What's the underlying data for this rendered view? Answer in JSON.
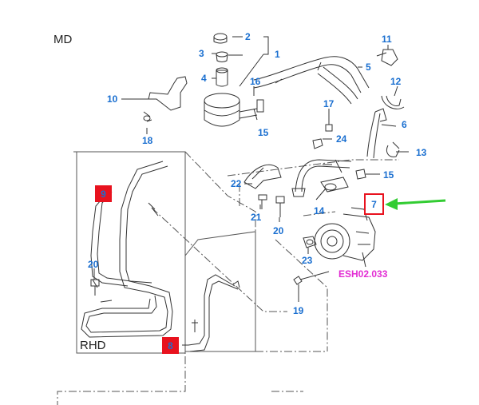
{
  "corner_labels": {
    "top_left": "MD",
    "inset": "RHD"
  },
  "reference_code": "ESH02.033",
  "callouts": {
    "c1": "1",
    "c2": "2",
    "c3": "3",
    "c4": "4",
    "c5": "5",
    "c6": "6",
    "c7": "7",
    "c8": "8",
    "c9": "9",
    "c10": "10",
    "c11": "11",
    "c12": "12",
    "c13": "13",
    "c14": "14",
    "c15a": "15",
    "c15b": "15",
    "c16": "16",
    "c17": "17",
    "c18": "18",
    "c19": "19",
    "c20a": "20",
    "c20b": "20",
    "c21": "21",
    "c22": "22",
    "c23": "23",
    "c24": "24"
  },
  "colors": {
    "callout": "#1a6fd0",
    "highlight": "#e8121e",
    "arrow": "#33cc33",
    "reference": "#e22bd3"
  }
}
